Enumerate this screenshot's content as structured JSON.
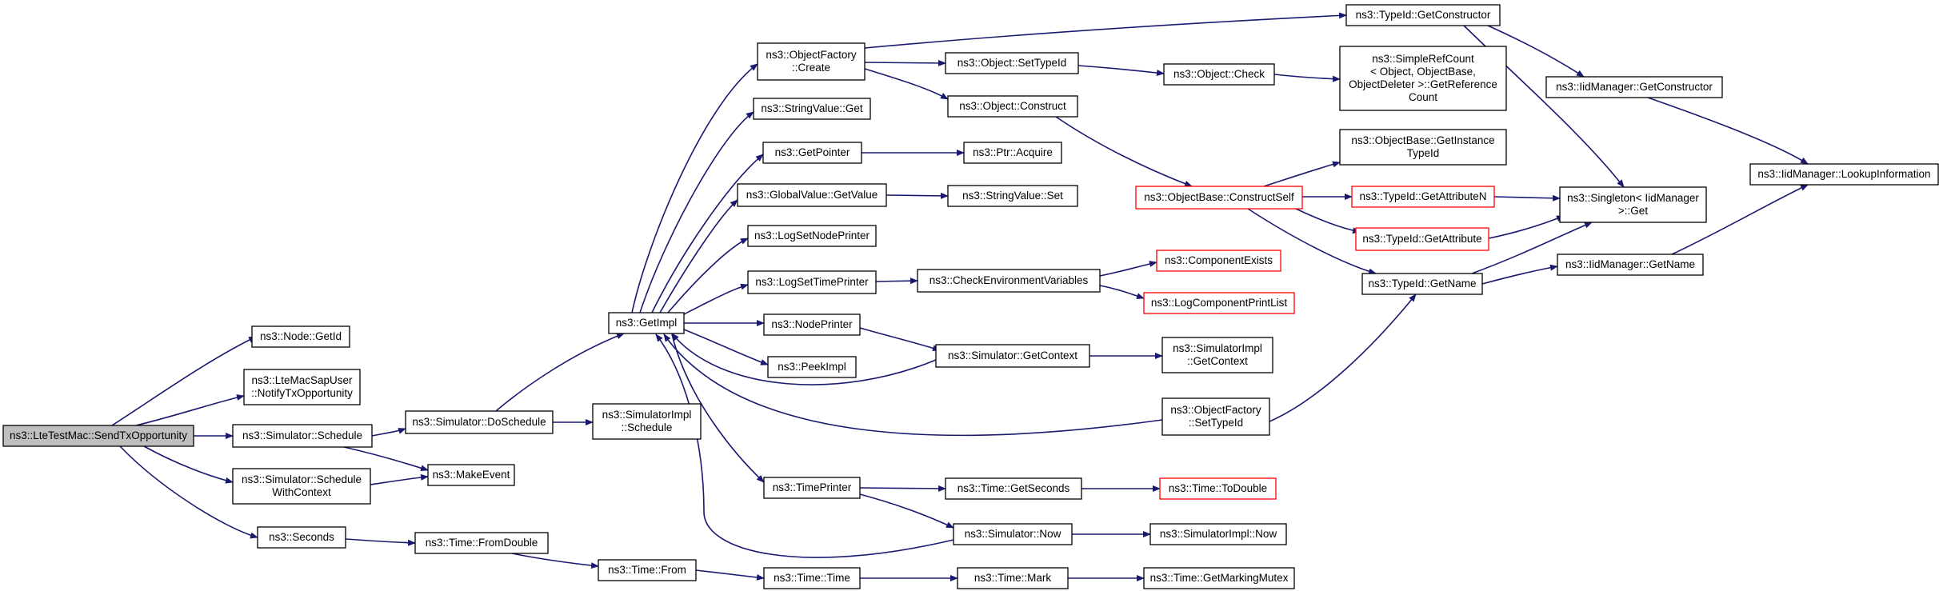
{
  "graph": {
    "nodes": [
      {
        "id": "root",
        "lines": [
          "ns3::LteTestMac::SendTxOpportunity"
        ],
        "style": "root"
      },
      {
        "id": "getid",
        "lines": [
          "ns3::Node::GetId"
        ],
        "style": "normal"
      },
      {
        "id": "notify",
        "lines": [
          "ns3::LteMacSapUser",
          "::NotifyTxOpportunity"
        ],
        "style": "normal"
      },
      {
        "id": "schedule",
        "lines": [
          "ns3::Simulator::Schedule"
        ],
        "style": "normal"
      },
      {
        "id": "schedctx",
        "lines": [
          "ns3::Simulator::Schedule",
          "WithContext"
        ],
        "style": "normal"
      },
      {
        "id": "seconds",
        "lines": [
          "ns3::Seconds"
        ],
        "style": "normal"
      },
      {
        "id": "doschedule",
        "lines": [
          "ns3::Simulator::DoSchedule"
        ],
        "style": "normal"
      },
      {
        "id": "makeevent",
        "lines": [
          "ns3::MakeEvent"
        ],
        "style": "normal"
      },
      {
        "id": "fromdouble",
        "lines": [
          "ns3::Time::FromDouble"
        ],
        "style": "normal"
      },
      {
        "id": "simimplsched",
        "lines": [
          "ns3::SimulatorImpl",
          "::Schedule"
        ],
        "style": "normal"
      },
      {
        "id": "getimpl",
        "lines": [
          "ns3::GetImpl"
        ],
        "style": "normal"
      },
      {
        "id": "timefrom",
        "lines": [
          "ns3::Time::From"
        ],
        "style": "normal"
      },
      {
        "id": "ofcreate",
        "lines": [
          "ns3::ObjectFactory",
          "::Create"
        ],
        "style": "normal"
      },
      {
        "id": "strvalget",
        "lines": [
          "ns3::StringValue::Get"
        ],
        "style": "normal"
      },
      {
        "id": "getpointer",
        "lines": [
          "ns3::GetPointer"
        ],
        "style": "normal"
      },
      {
        "id": "gvgetvalue",
        "lines": [
          "ns3::GlobalValue::GetValue"
        ],
        "style": "normal"
      },
      {
        "id": "lognodeprinter",
        "lines": [
          "ns3::LogSetNodePrinter"
        ],
        "style": "normal"
      },
      {
        "id": "logtimeprinter",
        "lines": [
          "ns3::LogSetTimePrinter"
        ],
        "style": "normal"
      },
      {
        "id": "nodeprinter",
        "lines": [
          "ns3::NodePrinter"
        ],
        "style": "normal"
      },
      {
        "id": "peekimpl",
        "lines": [
          "ns3::PeekImpl"
        ],
        "style": "normal"
      },
      {
        "id": "timeprinter",
        "lines": [
          "ns3::TimePrinter"
        ],
        "style": "normal"
      },
      {
        "id": "timetime",
        "lines": [
          "ns3::Time::Time"
        ],
        "style": "normal"
      },
      {
        "id": "objsettypeid",
        "lines": [
          "ns3::Object::SetTypeId"
        ],
        "style": "normal"
      },
      {
        "id": "objconstruct",
        "lines": [
          "ns3::Object::Construct"
        ],
        "style": "normal"
      },
      {
        "id": "ptracquire",
        "lines": [
          "ns3::Ptr::Acquire"
        ],
        "style": "normal"
      },
      {
        "id": "strvalset",
        "lines": [
          "ns3::StringValue::Set"
        ],
        "style": "normal"
      },
      {
        "id": "checkenv",
        "lines": [
          "ns3::CheckEnvironmentVariables"
        ],
        "style": "normal"
      },
      {
        "id": "simgetctx",
        "lines": [
          "ns3::Simulator::GetContext"
        ],
        "style": "normal"
      },
      {
        "id": "ofsettypeid",
        "lines": [
          "ns3::ObjectFactory",
          "::SetTypeId"
        ],
        "style": "normal"
      },
      {
        "id": "timegetsec",
        "lines": [
          "ns3::Time::GetSeconds"
        ],
        "style": "normal"
      },
      {
        "id": "simnow",
        "lines": [
          "ns3::Simulator::Now"
        ],
        "style": "normal"
      },
      {
        "id": "timemark",
        "lines": [
          "ns3::Time::Mark"
        ],
        "style": "normal"
      },
      {
        "id": "objcheck",
        "lines": [
          "ns3::Object::Check"
        ],
        "style": "normal"
      },
      {
        "id": "obconstructself",
        "lines": [
          "ns3::ObjectBase::ConstructSelf"
        ],
        "style": "red"
      },
      {
        "id": "compexists",
        "lines": [
          "ns3::ComponentExists"
        ],
        "style": "red"
      },
      {
        "id": "logcompprint",
        "lines": [
          "ns3::LogComponentPrintList"
        ],
        "style": "red"
      },
      {
        "id": "simimplgetctx",
        "lines": [
          "ns3::SimulatorImpl",
          "::GetContext"
        ],
        "style": "normal"
      },
      {
        "id": "timetodouble",
        "lines": [
          "ns3::Time::ToDouble"
        ],
        "style": "red"
      },
      {
        "id": "simimplnow",
        "lines": [
          "ns3::SimulatorImpl::Now"
        ],
        "style": "normal"
      },
      {
        "id": "getmarkingmutex",
        "lines": [
          "ns3::Time::GetMarkingMutex"
        ],
        "style": "normal"
      },
      {
        "id": "typeidgetctor",
        "lines": [
          "ns3::TypeId::GetConstructor"
        ],
        "style": "normal"
      },
      {
        "id": "simplerefcount",
        "lines": [
          "ns3::SimpleRefCount",
          "< Object, ObjectBase,",
          "ObjectDeleter >::GetReference",
          "Count"
        ],
        "style": "normal"
      },
      {
        "id": "obgetinst",
        "lines": [
          "ns3::ObjectBase::GetInstance",
          "TypeId"
        ],
        "style": "normal"
      },
      {
        "id": "typeidgetattrn",
        "lines": [
          "ns3::TypeId::GetAttributeN"
        ],
        "style": "red"
      },
      {
        "id": "typeidgetattr",
        "lines": [
          "ns3::TypeId::GetAttribute"
        ],
        "style": "red"
      },
      {
        "id": "typeidgetname",
        "lines": [
          "ns3::TypeId::GetName"
        ],
        "style": "normal"
      },
      {
        "id": "iidgetctor",
        "lines": [
          "ns3::IidManager::GetConstructor"
        ],
        "style": "normal"
      },
      {
        "id": "singleton",
        "lines": [
          "ns3::Singleton< IidManager",
          ">::Get"
        ],
        "style": "normal"
      },
      {
        "id": "iidgetname",
        "lines": [
          "ns3::IidManager::GetName"
        ],
        "style": "normal"
      },
      {
        "id": "iidlookup",
        "lines": [
          "ns3::IidManager::LookupInformation"
        ],
        "style": "normal"
      }
    ]
  }
}
